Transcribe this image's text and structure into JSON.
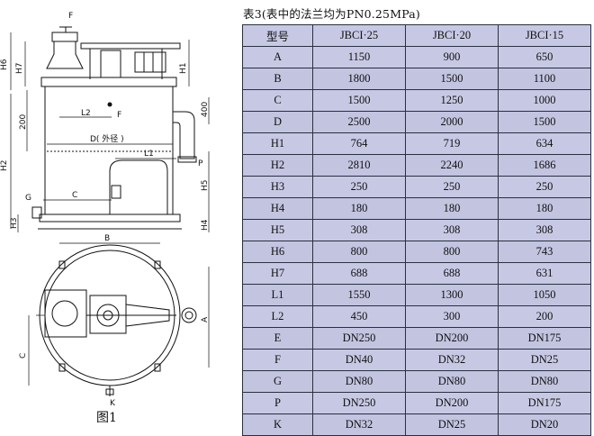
{
  "figure": {
    "caption": "图1",
    "labels": {
      "F_top": "F",
      "F_mid": "F",
      "H6": "H6",
      "H7": "H7",
      "H1": "H1",
      "L2": "L2",
      "n200": "200",
      "n400": "400",
      "H2": "H2",
      "D": "D( 外径 )",
      "L1": "L1",
      "P": "P",
      "H5": "H5",
      "G": "G",
      "C_side": "C",
      "H3": "H3",
      "H4": "H4",
      "B": "B",
      "A": "A",
      "C_plan": "C",
      "K": "K"
    }
  },
  "table": {
    "caption": "表3(表中的法兰均为PN0.25MPa)",
    "headers": [
      "型号",
      "JBCI·25",
      "JBCI·20",
      "JBCI·15"
    ],
    "rows": [
      [
        "A",
        "1150",
        "900",
        "650"
      ],
      [
        "B",
        "1800",
        "1500",
        "1100"
      ],
      [
        "C",
        "1500",
        "1250",
        "1000"
      ],
      [
        "D",
        "2500",
        "2000",
        "1500"
      ],
      [
        "H1",
        "764",
        "719",
        "634"
      ],
      [
        "H2",
        "2810",
        "2240",
        "1686"
      ],
      [
        "H3",
        "250",
        "250",
        "250"
      ],
      [
        "H4",
        "180",
        "180",
        "180"
      ],
      [
        "H5",
        "308",
        "308",
        "308"
      ],
      [
        "H6",
        "800",
        "800",
        "743"
      ],
      [
        "H7",
        "688",
        "688",
        "631"
      ],
      [
        "L1",
        "1550",
        "1300",
        "1050"
      ],
      [
        "L2",
        "450",
        "300",
        "200"
      ],
      [
        "E",
        "DN250",
        "DN200",
        "DN175"
      ],
      [
        "F",
        "DN40",
        "DN32",
        "DN25"
      ],
      [
        "G",
        "DN80",
        "DN80",
        "DN80"
      ],
      [
        "P",
        "DN250",
        "DN200",
        "DN175"
      ],
      [
        "K",
        "DN32",
        "DN25",
        "DN20"
      ]
    ]
  }
}
